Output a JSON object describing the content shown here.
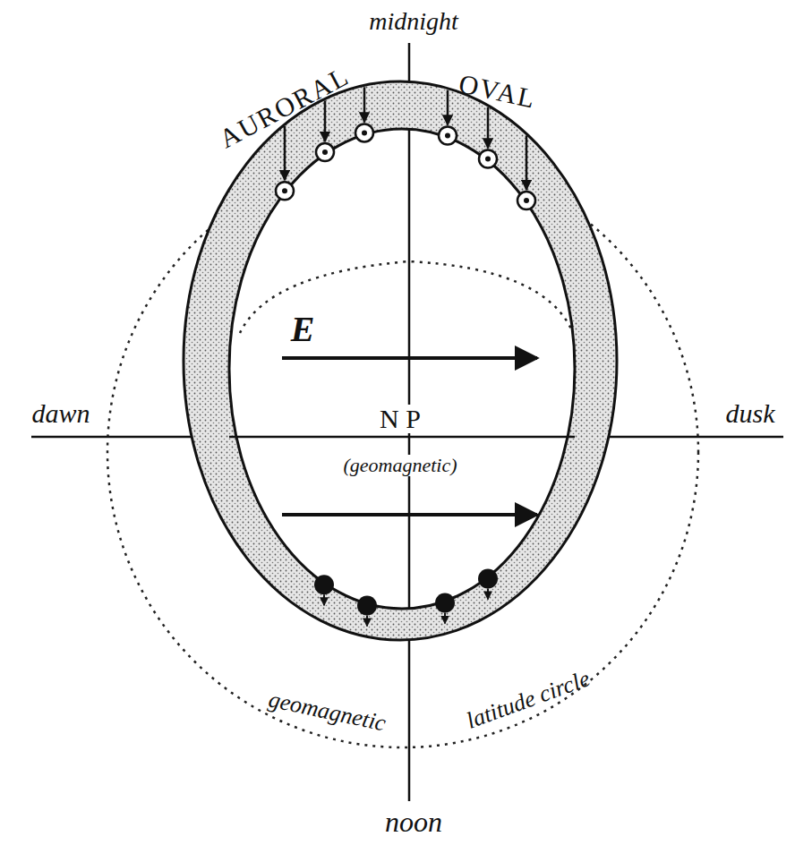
{
  "diagram": {
    "labels": [
      "midnight",
      "AURORAL",
      "OVAL",
      "E",
      "N P",
      "(geomagnetic)",
      "dawn",
      "dusk",
      "geomagnetic",
      "latitude circle",
      "noon"
    ]
  }
}
